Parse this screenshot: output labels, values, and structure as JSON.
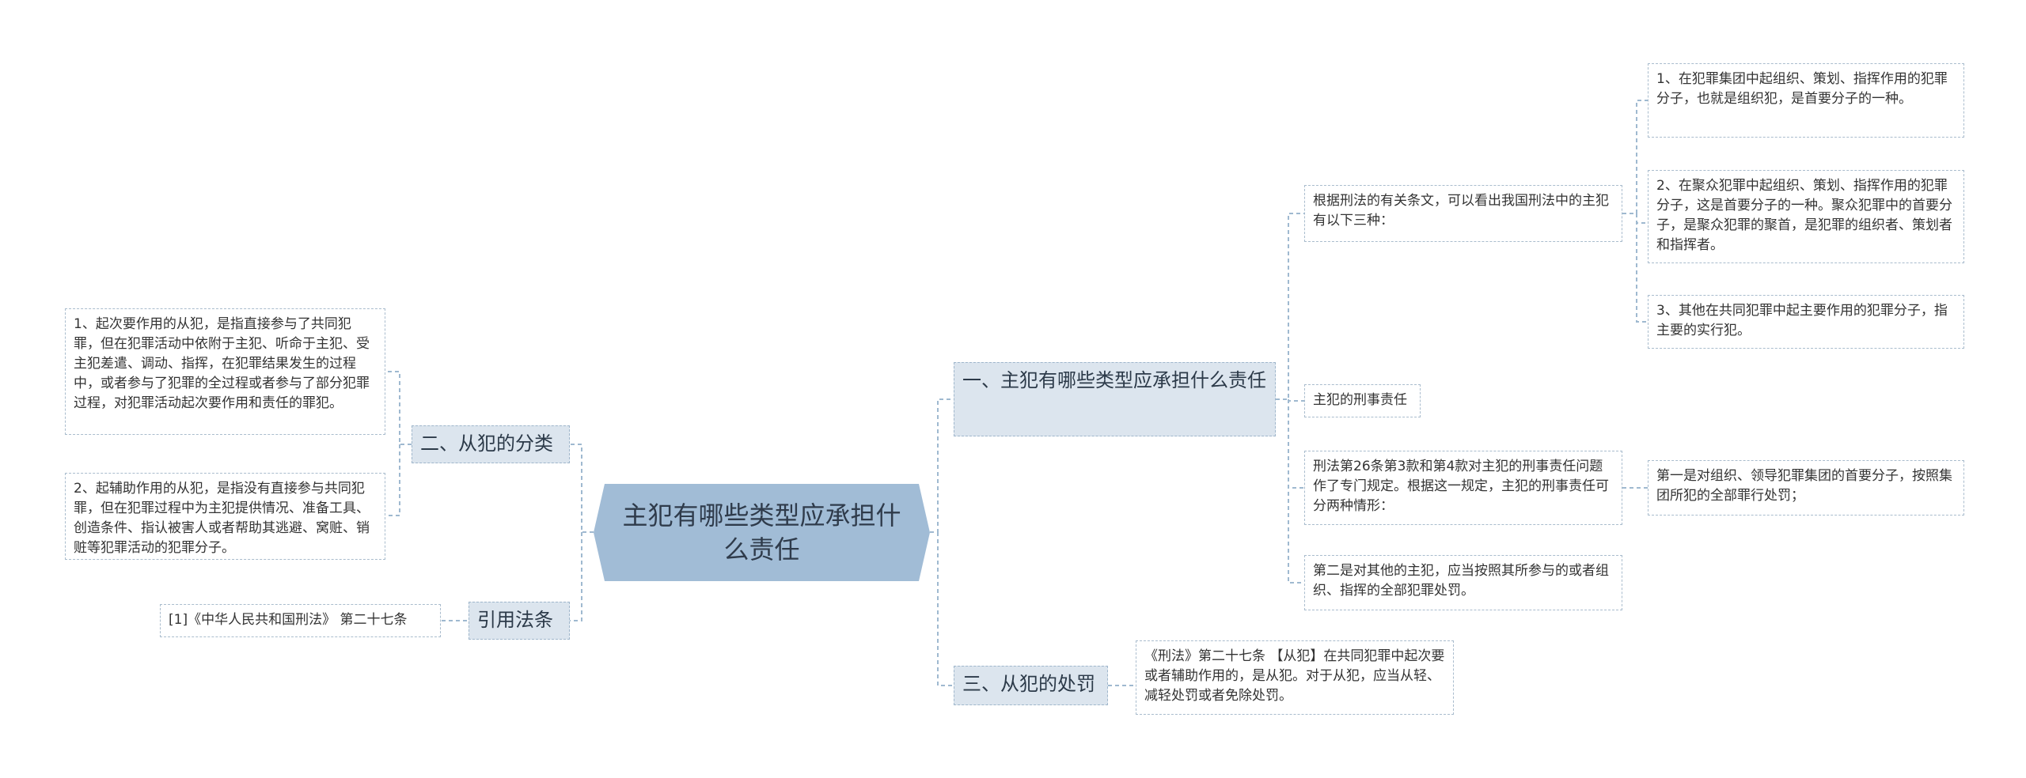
{
  "root": {
    "title": "主犯有哪些类型应承担什么责任"
  },
  "right": {
    "b1": {
      "label": "一、主犯有哪些类型应承担什么责任",
      "c1": {
        "text": "根据刑法的有关条文，可以看出我国刑法中的主犯有以下三种：",
        "items": [
          "1、在犯罪集团中起组织、策划、指挥作用的犯罪分子，也就是组织犯，是首要分子的一种。",
          "2、在聚众犯罪中起组织、策划、指挥作用的犯罪分子，这是首要分子的一种。聚众犯罪中的首要分子，是聚众犯罪的聚首，是犯罪的组织者、策划者和指挥者。",
          "3、其他在共同犯罪中起主要作用的犯罪分子，指主要的实行犯。"
        ]
      },
      "c2": {
        "text": "主犯的刑事责任"
      },
      "c3": {
        "text": "刑法第26条第3款和第4款对主犯的刑事责任问题作了专门规定。根据这一规定，主犯的刑事责任可分两种情形：",
        "item": "第一是对组织、领导犯罪集团的首要分子，按照集团所犯的全部罪行处罚；"
      },
      "c4": {
        "text": "第二是对其他的主犯，应当按照其所参与的或者组织、指挥的全部犯罪处罚。"
      }
    },
    "b3": {
      "label": "三、从犯的处罚",
      "leaf": "《刑法》第二十七条 【从犯】在共同犯罪中起次要或者辅助作用的，是从犯。对于从犯，应当从轻、减轻处罚或者免除处罚。"
    }
  },
  "left": {
    "b2": {
      "label": "二、从犯的分类",
      "items": [
        "1、起次要作用的从犯，是指直接参与了共同犯罪，但在犯罪活动中依附于主犯、听命于主犯、受主犯差遣、调动、指挥，在犯罪结果发生的过程中，或者参与了犯罪的全过程或者参与了部分犯罪过程，对犯罪活动起次要作用和责任的罪犯。",
        "2、起辅助作用的从犯，是指没有直接参与共同犯罪，但在犯罪过程中为主犯提供情况、准备工具、创造条件、指认被害人或者帮助其逃避、窝赃、销赃等犯罪活动的犯罪分子。"
      ]
    },
    "b4": {
      "label": "引用法条",
      "leaf": "[1]《中华人民共和国刑法》 第二十七条"
    }
  },
  "colors": {
    "root_fill": "#a1bcd6",
    "branch_fill": "#dce5ee",
    "connector": "#9fb9d0"
  }
}
